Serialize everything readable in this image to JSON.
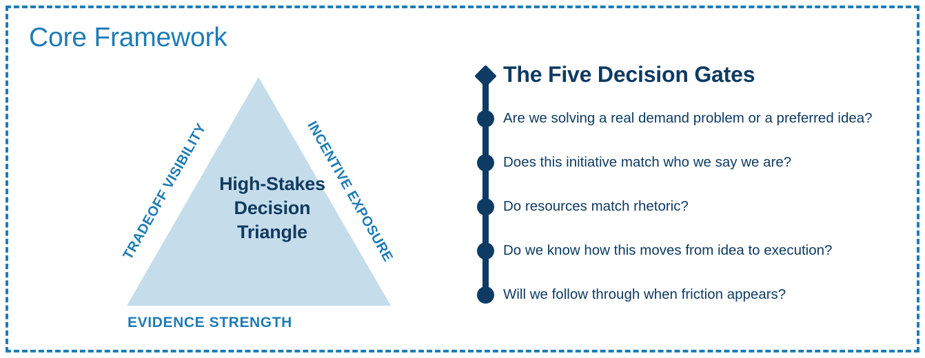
{
  "card": {
    "title": "Core Framework",
    "border_color": "#1F7CB4",
    "background": "#ffffff"
  },
  "triangle": {
    "fill_color": "#C5DDEB",
    "label_color": "#1F7CB4",
    "inner_text_color": "#123A5E",
    "inner_lines": [
      "High-Stakes",
      "Decision",
      "Triangle"
    ],
    "edges": [
      {
        "position": "left",
        "label": "TRADEOFF VISIBILITY"
      },
      {
        "position": "right",
        "label": "INCENTIVE EXPOSURE"
      },
      {
        "position": "bottom",
        "label": "EVIDENCE STRENGTH"
      }
    ]
  },
  "gates": {
    "heading": "The Five Decision Gates",
    "accent_color": "#0E3B63",
    "marker_head": "diamond-marker",
    "items": [
      {
        "marker": "circle-marker",
        "text": "Are we solving a real demand problem or a preferred idea?"
      },
      {
        "marker": "circle-marker",
        "text": "Does this initiative match who we say we are?"
      },
      {
        "marker": "circle-marker",
        "text": "Do resources match rhetoric?"
      },
      {
        "marker": "circle-marker",
        "text": "Do we know how this moves from idea to execution?"
      },
      {
        "marker": "circle-marker",
        "text": "Will we follow through when friction appears?"
      }
    ]
  }
}
